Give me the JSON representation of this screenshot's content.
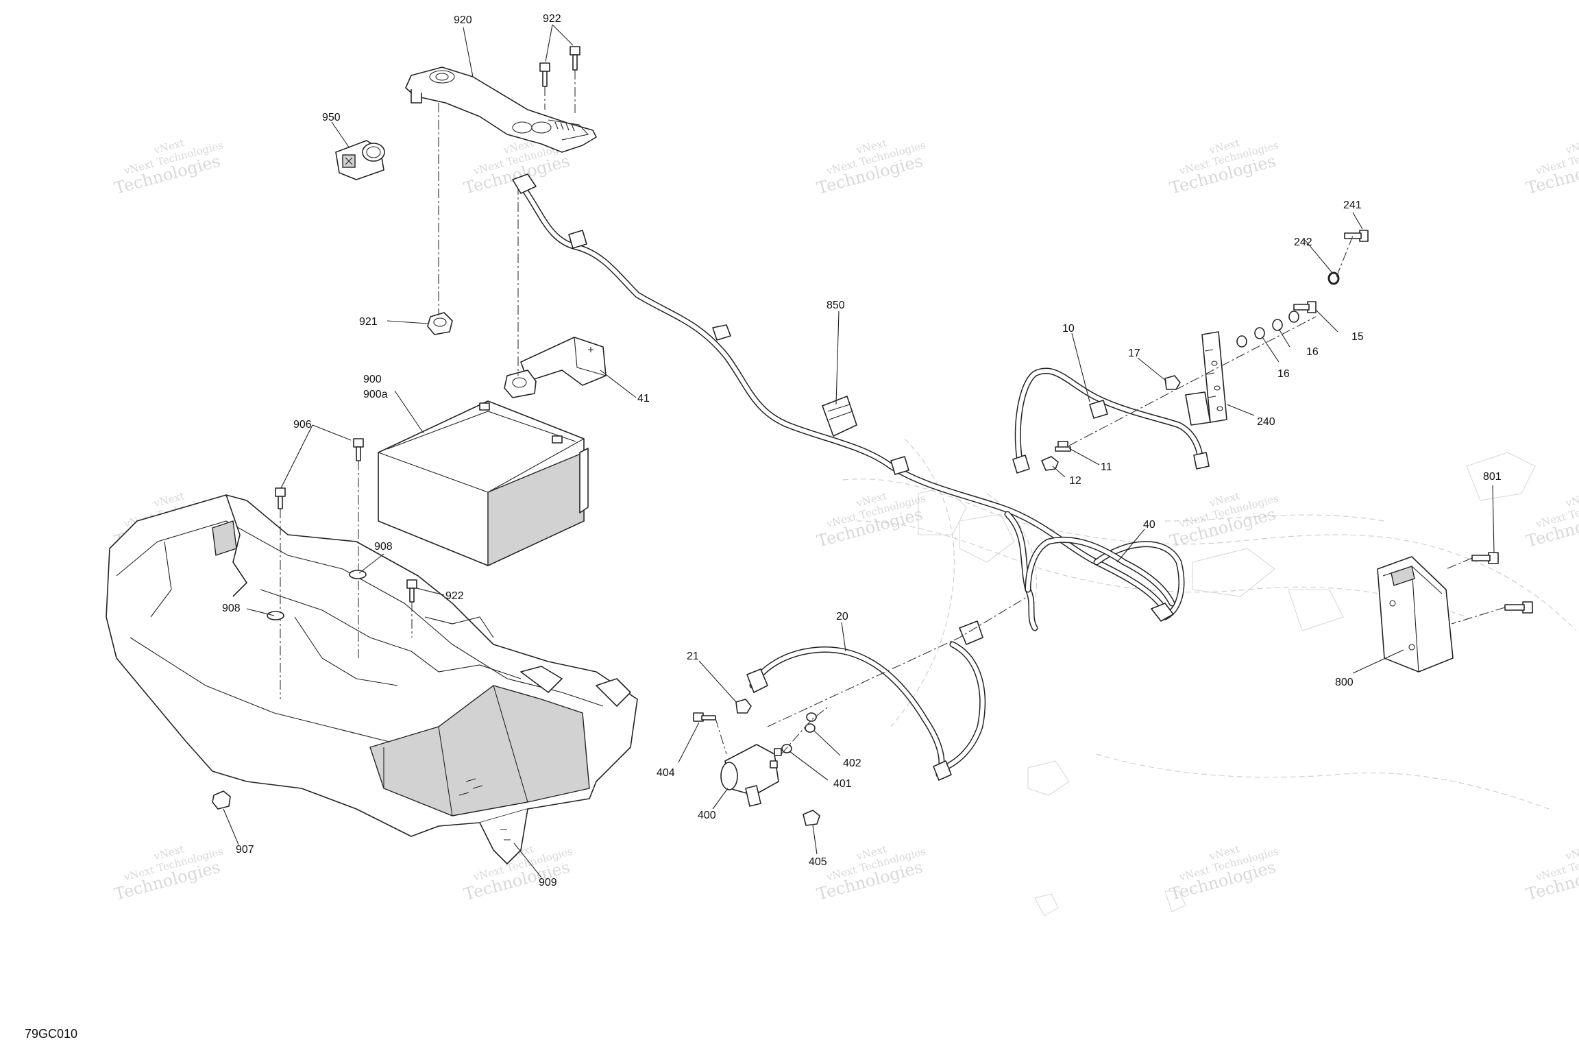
{
  "drawing_code": "79GC010",
  "watermark": {
    "line1": "vNext Technologies",
    "line2": "vNext",
    "line3": "Technologies"
  },
  "callouts": {
    "p920": "920",
    "p922a": "922",
    "p950": "950",
    "p921": "921",
    "p900": "900",
    "p900a": "900a",
    "p41": "41",
    "p906": "906",
    "p908a": "908",
    "p908b": "908",
    "p922b": "922",
    "p907": "907",
    "p909": "909",
    "p850": "850",
    "p10": "10",
    "p17": "17",
    "p11": "11",
    "p12": "12",
    "p242": "242",
    "p241": "241",
    "p15": "15",
    "p16a": "16",
    "p16b": "16",
    "p240": "240",
    "p40": "40",
    "p20": "20",
    "p21": "21",
    "p404": "404",
    "p402": "402",
    "p401": "401",
    "p400": "400",
    "p405": "405",
    "p801": "801",
    "p800": "800"
  }
}
